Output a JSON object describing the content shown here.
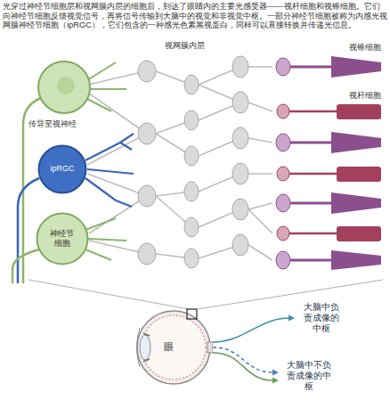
{
  "diagram": {
    "caption": "光穿过神经节细胞层和视网膜内层的细胞后，到达了眼睛内的主要光感受器——视杆细胞和视锥细胞。它们向神经节细胞反馈视觉信号，再将信号传输到大脑中的视觉和非视觉中枢。一部分神经节细胞被称为内感光视网膜神经节细胞（ipRGC），它们包含的一种感光色素黑视蛋白，同样可以直接转换并传递光信息。",
    "nodes": [
      {
        "text": [
          "ipRGC"
        ]
      },
      {
        "text": [
          "神经节细胞"
        ]
      },
      {
        "text": [
          "眼"
        ]
      },
      {
        "text": [
          "大脑中负责成像的中枢"
        ]
      },
      {
        "text": [
          "大脑中不负责成像的中枢"
        ]
      }
    ],
    "edges": [
      {
        "from": 2,
        "to": 3,
        "arrow": "to"
      },
      {
        "from": 2,
        "to": 4,
        "arrow": "to"
      },
      {
        "from": 2,
        "to": 4,
        "arrow": "to"
      }
    ],
    "labels": [
      "视网膜内层",
      "视锥细胞",
      "视杆细胞",
      "传导至视神经"
    ]
  }
}
